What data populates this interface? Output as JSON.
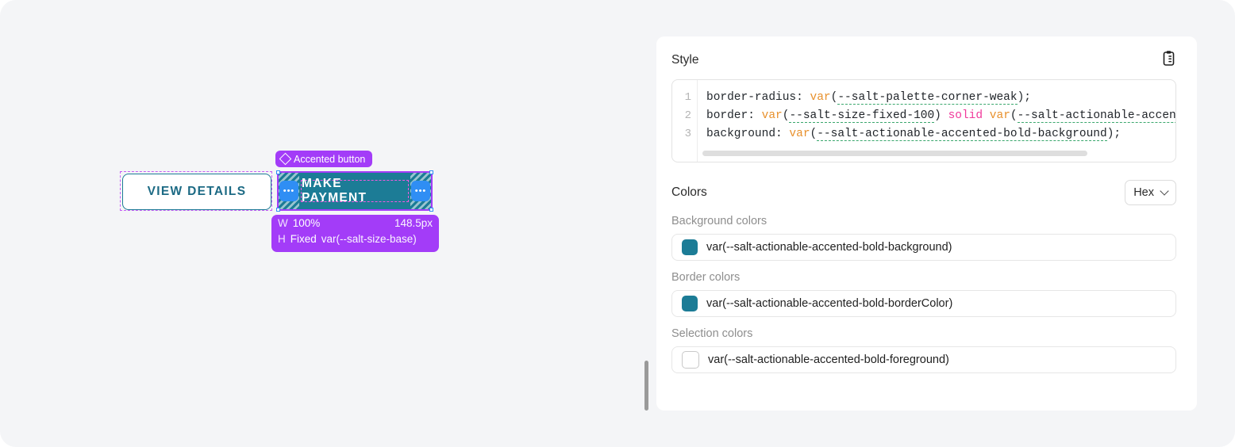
{
  "canvas": {
    "secondary_button": {
      "label": "VIEW DETAILS"
    },
    "selected_component": {
      "badge_label": "Accented button",
      "badge_icon": "diamond-component-icon",
      "button_label": "MAKE PAYMENT",
      "left_handle": "•••",
      "right_handle": "•••"
    },
    "measurements": {
      "width_key": "W",
      "width_mode": "100%",
      "width_value": "148.5px",
      "height_key": "H",
      "height_mode": "Fixed",
      "height_value": "var(--salt-size-base)"
    },
    "colors": {
      "accent_purple": "#a33cf8",
      "teal": "#1c7c96",
      "handle_blue": "#2f8ef4",
      "text_outline_pink": "#f05ae0"
    }
  },
  "panel": {
    "style_section": {
      "title": "Style",
      "copy_icon": "clipboard-copy-icon",
      "line_numbers": [
        "1",
        "2",
        "3"
      ],
      "code": [
        {
          "tokens": [
            {
              "text": "border-radius: ",
              "type": "plain"
            },
            {
              "text": "var",
              "type": "var"
            },
            {
              "text": "(",
              "type": "plain"
            },
            {
              "text": "--salt-palette-corner-weak",
              "type": "ident"
            },
            {
              "text": ");",
              "type": "plain"
            }
          ]
        },
        {
          "tokens": [
            {
              "text": "border: ",
              "type": "plain"
            },
            {
              "text": "var",
              "type": "var"
            },
            {
              "text": "(",
              "type": "plain"
            },
            {
              "text": "--salt-size-fixed-100",
              "type": "ident"
            },
            {
              "text": ") ",
              "type": "plain"
            },
            {
              "text": "solid",
              "type": "kw"
            },
            {
              "text": " ",
              "type": "plain"
            },
            {
              "text": "var",
              "type": "var"
            },
            {
              "text": "(",
              "type": "plain"
            },
            {
              "text": "--salt-actionable-accented",
              "type": "ident"
            }
          ]
        },
        {
          "tokens": [
            {
              "text": "background: ",
              "type": "plain"
            },
            {
              "text": "var",
              "type": "var"
            },
            {
              "text": "(",
              "type": "plain"
            },
            {
              "text": "--salt-actionable-accented-bold-background",
              "type": "ident"
            },
            {
              "text": ");",
              "type": "plain"
            }
          ]
        }
      ]
    },
    "colors_section": {
      "title": "Colors",
      "format_select": {
        "value": "Hex",
        "icon": "chevron-down-icon"
      },
      "groups": [
        {
          "label": "Background colors",
          "swatch": "filled",
          "swatch_color": "#1c7c96",
          "value": "var(--salt-actionable-accented-bold-background)"
        },
        {
          "label": "Border colors",
          "swatch": "filled",
          "swatch_color": "#1c7c96",
          "value": "var(--salt-actionable-accented-bold-borderColor)"
        },
        {
          "label": "Selection colors",
          "swatch": "empty",
          "swatch_color": "#ffffff",
          "value": "var(--salt-actionable-accented-bold-foreground)"
        }
      ]
    }
  }
}
